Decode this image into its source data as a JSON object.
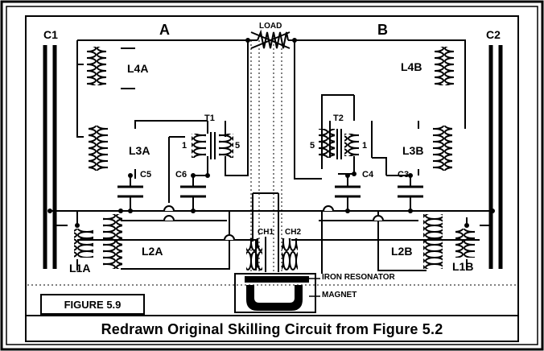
{
  "figure_label": "FIGURE 5.9",
  "caption": "Redrawn Original Skilling Circuit from Figure 5.2",
  "sections": {
    "a": "A",
    "b": "B"
  },
  "load_label": "LOAD",
  "components": {
    "c1": "C1",
    "c2": "C2",
    "l4a": "L4A",
    "l4b": "L4B",
    "l3a": "L3A",
    "l3b": "L3B",
    "l2a": "L2A",
    "l2b": "L2B",
    "l1a": "L1A",
    "l1b": "L1B",
    "t1": "T1",
    "t2": "T2",
    "t1_primary": "1",
    "t1_secondary": "5",
    "t2_primary": "5",
    "t2_secondary": "1",
    "c3": "C3",
    "c4": "C4",
    "c5": "C5",
    "c6": "C6",
    "ch1": "CH1",
    "ch2": "CH2"
  },
  "iron_resonator": "IRON RESONATOR",
  "magnet": "MAGNET"
}
